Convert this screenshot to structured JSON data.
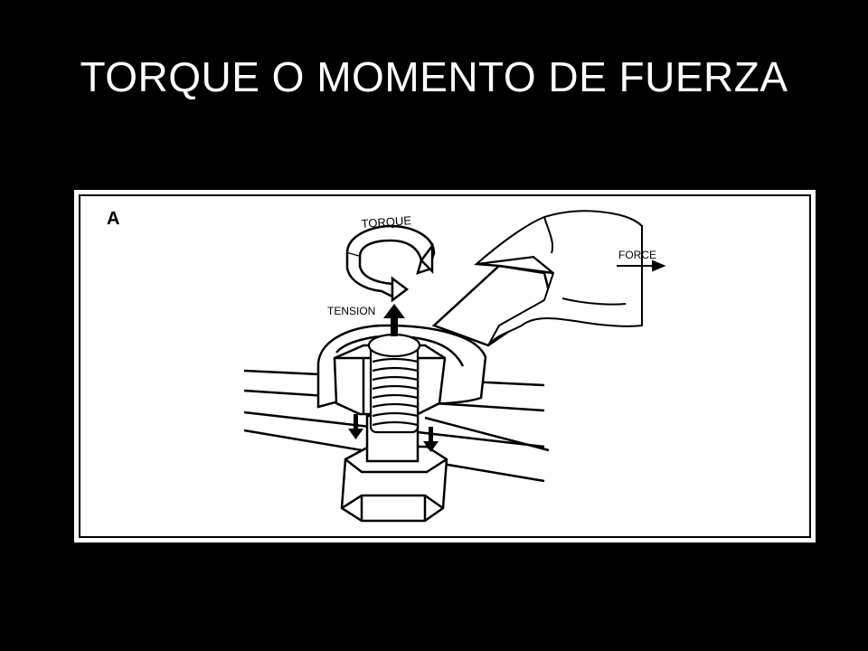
{
  "slide": {
    "title": "TORQUE O MOMENTO DE FUERZA"
  },
  "figure": {
    "panel_label": "A",
    "labels": {
      "torque": "TORQUE",
      "tension": "TENSION",
      "force": "FORCE"
    }
  }
}
